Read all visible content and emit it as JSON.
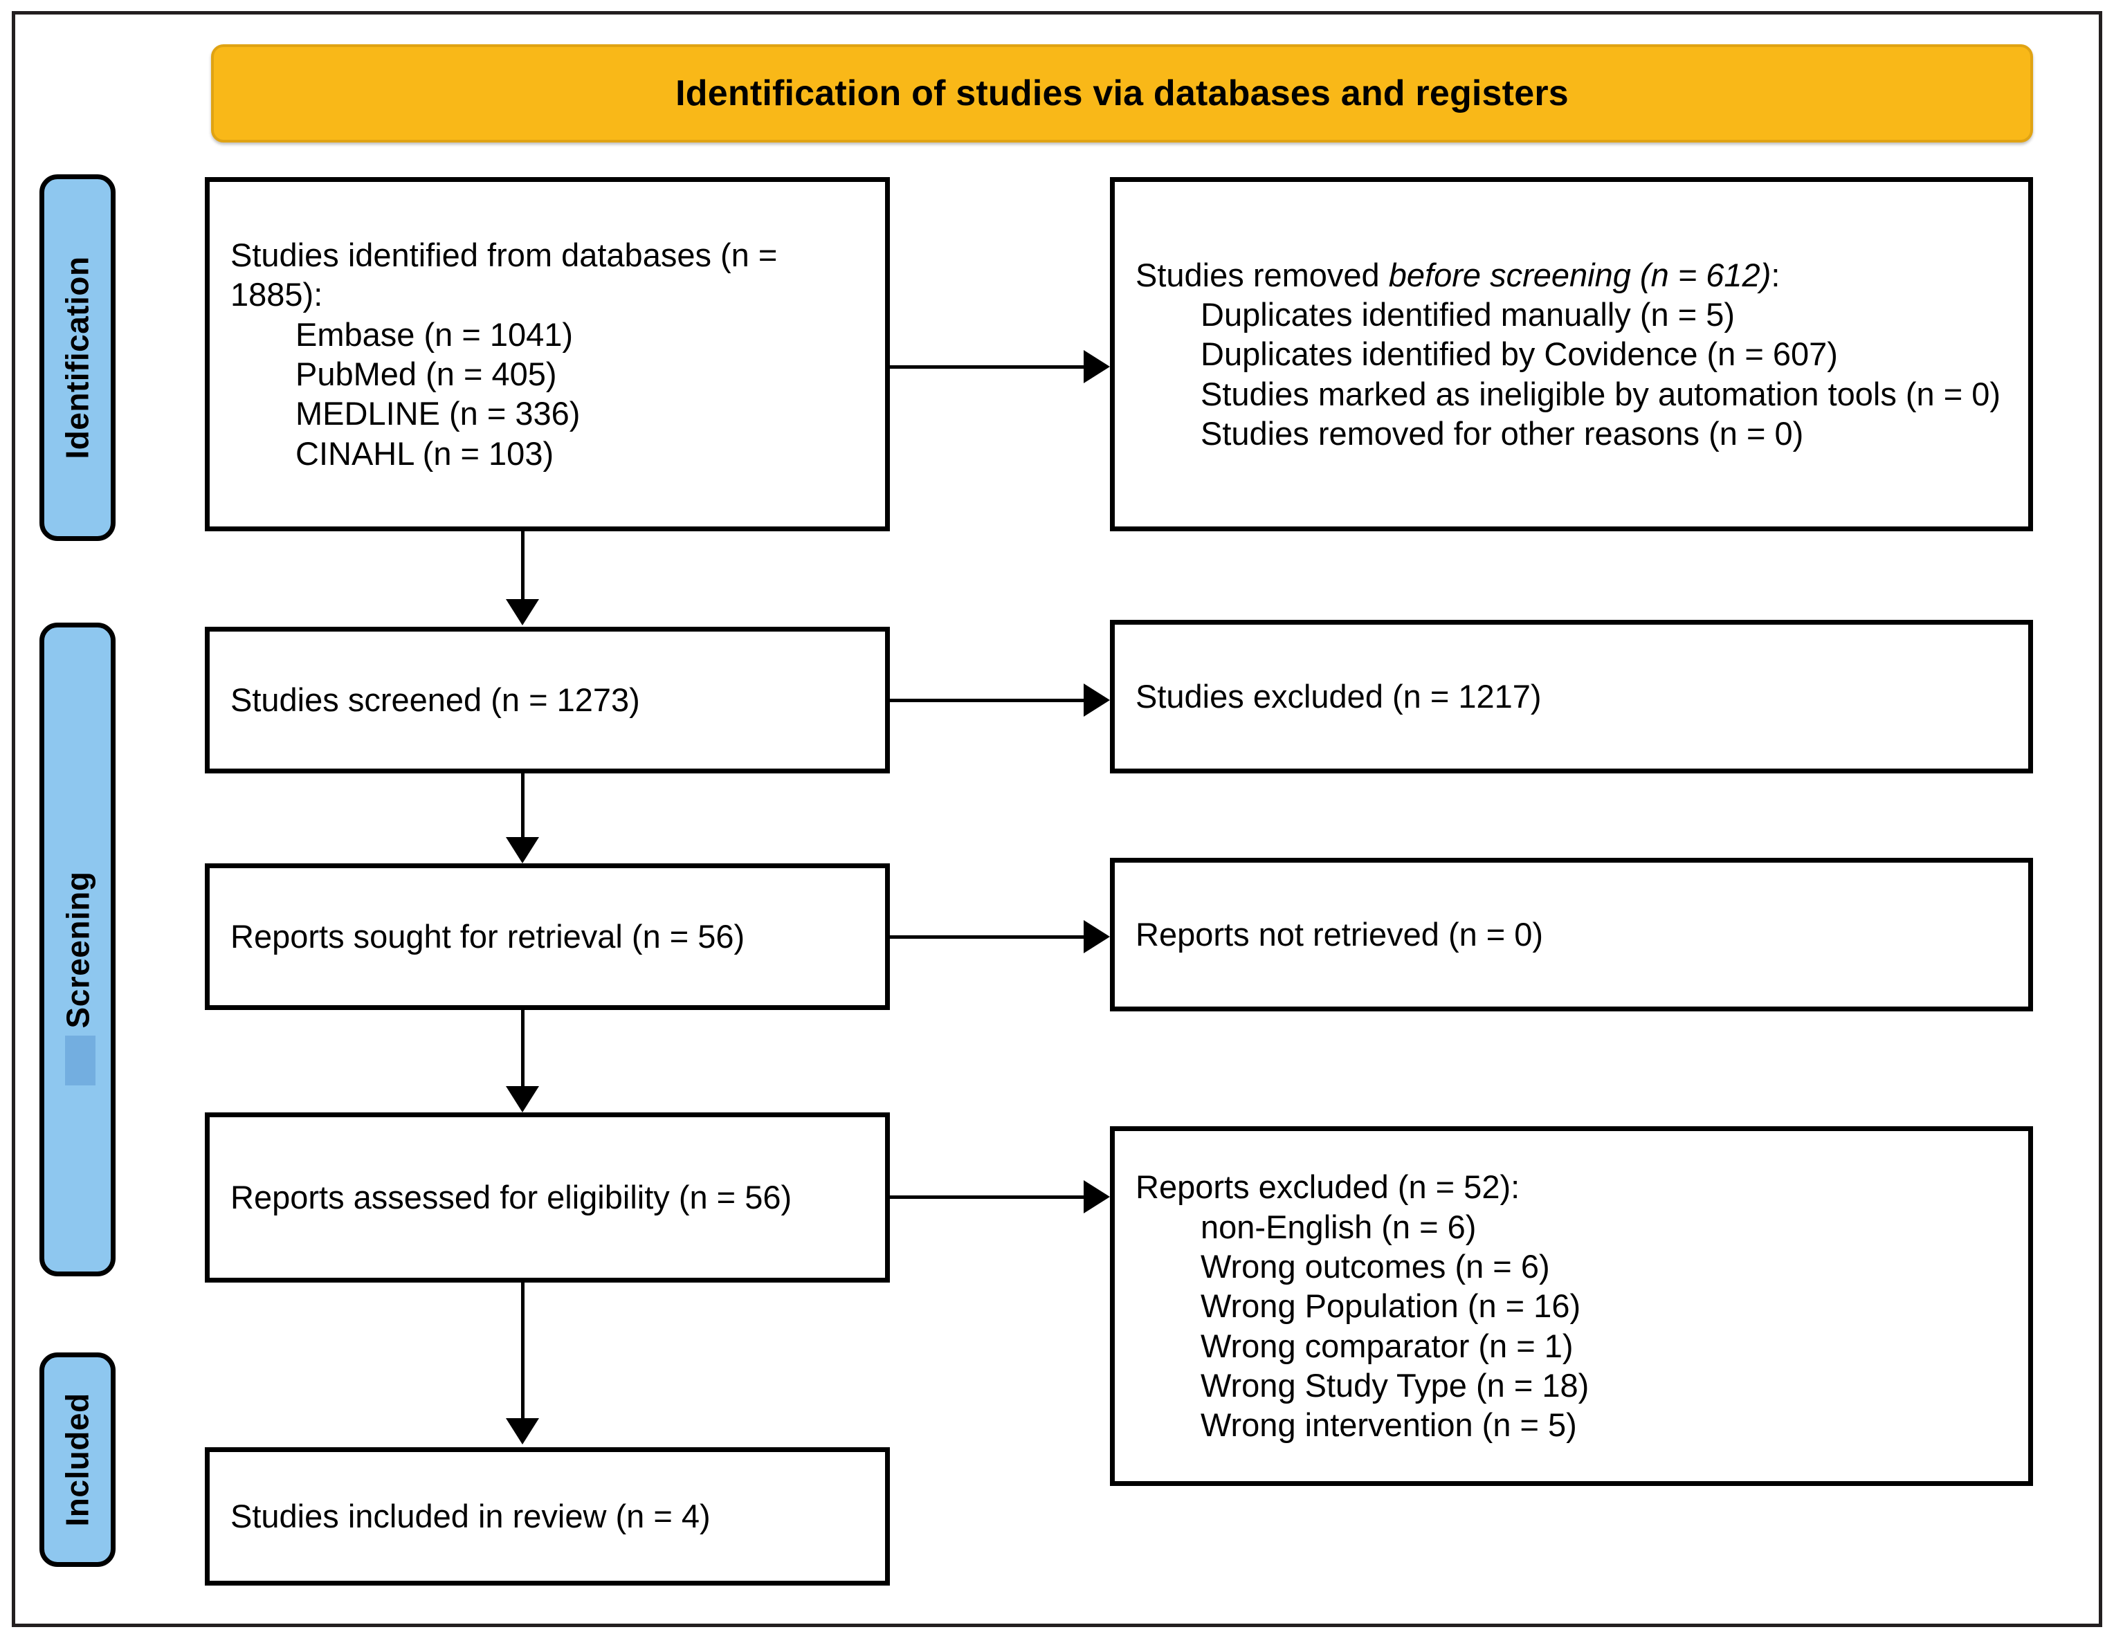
{
  "banner": {
    "title": "Identification of studies via databases and registers"
  },
  "stages": [
    {
      "key": "identification",
      "label": "Identification"
    },
    {
      "key": "screening",
      "label": "Screening"
    },
    {
      "key": "included",
      "label": "Included"
    }
  ],
  "boxes": {
    "identified": {
      "heading": "Studies identified from databases (n = 1885):",
      "items": [
        "Embase (n = 1041)",
        "PubMed (n = 405)",
        "MEDLINE (n = 336)",
        "CINAHL (n = 103)"
      ]
    },
    "removed": {
      "heading_prefix": "Studies removed ",
      "heading_italic": "before screening (n = 612)",
      "heading_suffix": ":",
      "items": [
        "Duplicates identified manually (n = 5)",
        "Duplicates identified by Covidence (n = 607)",
        "Studies marked as ineligible by automation tools (n = 0)",
        "Studies removed for other reasons (n = 0)"
      ]
    },
    "screened": {
      "text": "Studies screened (n = 1273)"
    },
    "excluded": {
      "text": "Studies excluded (n = 1217)"
    },
    "sought": {
      "text": "Reports sought for retrieval (n = 56)"
    },
    "not_retrieved": {
      "text": "Reports not retrieved (n = 0)"
    },
    "assessed": {
      "text": "Reports assessed for eligibility (n = 56)"
    },
    "reports_excluded": {
      "heading": "Reports excluded (n = 52):",
      "items": [
        "non-English (n = 6)",
        "Wrong outcomes (n = 6)",
        "Wrong Population (n = 16)",
        "Wrong comparator (n = 1)",
        "Wrong Study Type (n = 18)",
        "Wrong intervention (n = 5)"
      ]
    },
    "included": {
      "text": "Studies included in review (n = 4)"
    }
  },
  "chart_data": {
    "type": "diagram",
    "diagram_type": "PRISMA 2020 flow diagram",
    "title": "Identification of studies via databases and registers",
    "stages": [
      "Identification",
      "Screening",
      "Included"
    ],
    "nodes": [
      {
        "id": "identified",
        "stage": "Identification",
        "label": "Studies identified from databases",
        "n": 1885,
        "breakdown": [
          {
            "source": "Embase",
            "n": 1041
          },
          {
            "source": "PubMed",
            "n": 405
          },
          {
            "source": "MEDLINE",
            "n": 336
          },
          {
            "source": "CINAHL",
            "n": 103
          }
        ]
      },
      {
        "id": "removed",
        "stage": "Identification",
        "label": "Studies removed before screening",
        "n": 612,
        "breakdown": [
          {
            "reason": "Duplicates identified manually",
            "n": 5
          },
          {
            "reason": "Duplicates identified by Covidence",
            "n": 607
          },
          {
            "reason": "Studies marked as ineligible by automation tools",
            "n": 0
          },
          {
            "reason": "Studies removed for other reasons",
            "n": 0
          }
        ]
      },
      {
        "id": "screened",
        "stage": "Screening",
        "label": "Studies screened",
        "n": 1273
      },
      {
        "id": "excluded",
        "stage": "Screening",
        "label": "Studies excluded",
        "n": 1217
      },
      {
        "id": "sought",
        "stage": "Screening",
        "label": "Reports sought for retrieval",
        "n": 56
      },
      {
        "id": "not_retrieved",
        "stage": "Screening",
        "label": "Reports not retrieved",
        "n": 0
      },
      {
        "id": "assessed",
        "stage": "Screening",
        "label": "Reports assessed for eligibility",
        "n": 56
      },
      {
        "id": "reports_excluded",
        "stage": "Screening",
        "label": "Reports excluded",
        "n": 52,
        "breakdown": [
          {
            "reason": "non-English",
            "n": 6
          },
          {
            "reason": "Wrong outcomes",
            "n": 6
          },
          {
            "reason": "Wrong Population",
            "n": 16
          },
          {
            "reason": "Wrong comparator",
            "n": 1
          },
          {
            "reason": "Wrong Study Type",
            "n": 18
          },
          {
            "reason": "Wrong intervention",
            "n": 5
          }
        ]
      },
      {
        "id": "included",
        "stage": "Included",
        "label": "Studies included in review",
        "n": 4
      }
    ],
    "edges": [
      {
        "from": "identified",
        "to": "removed",
        "direction": "right"
      },
      {
        "from": "identified",
        "to": "screened",
        "direction": "down"
      },
      {
        "from": "screened",
        "to": "excluded",
        "direction": "right"
      },
      {
        "from": "screened",
        "to": "sought",
        "direction": "down"
      },
      {
        "from": "sought",
        "to": "not_retrieved",
        "direction": "right"
      },
      {
        "from": "sought",
        "to": "assessed",
        "direction": "down"
      },
      {
        "from": "assessed",
        "to": "reports_excluded",
        "direction": "right"
      },
      {
        "from": "assessed",
        "to": "included",
        "direction": "down"
      }
    ],
    "colors": {
      "banner": "#f9b818",
      "stage_tab": "#8ec7ef",
      "box_border": "#000000",
      "text": "#000000"
    }
  }
}
